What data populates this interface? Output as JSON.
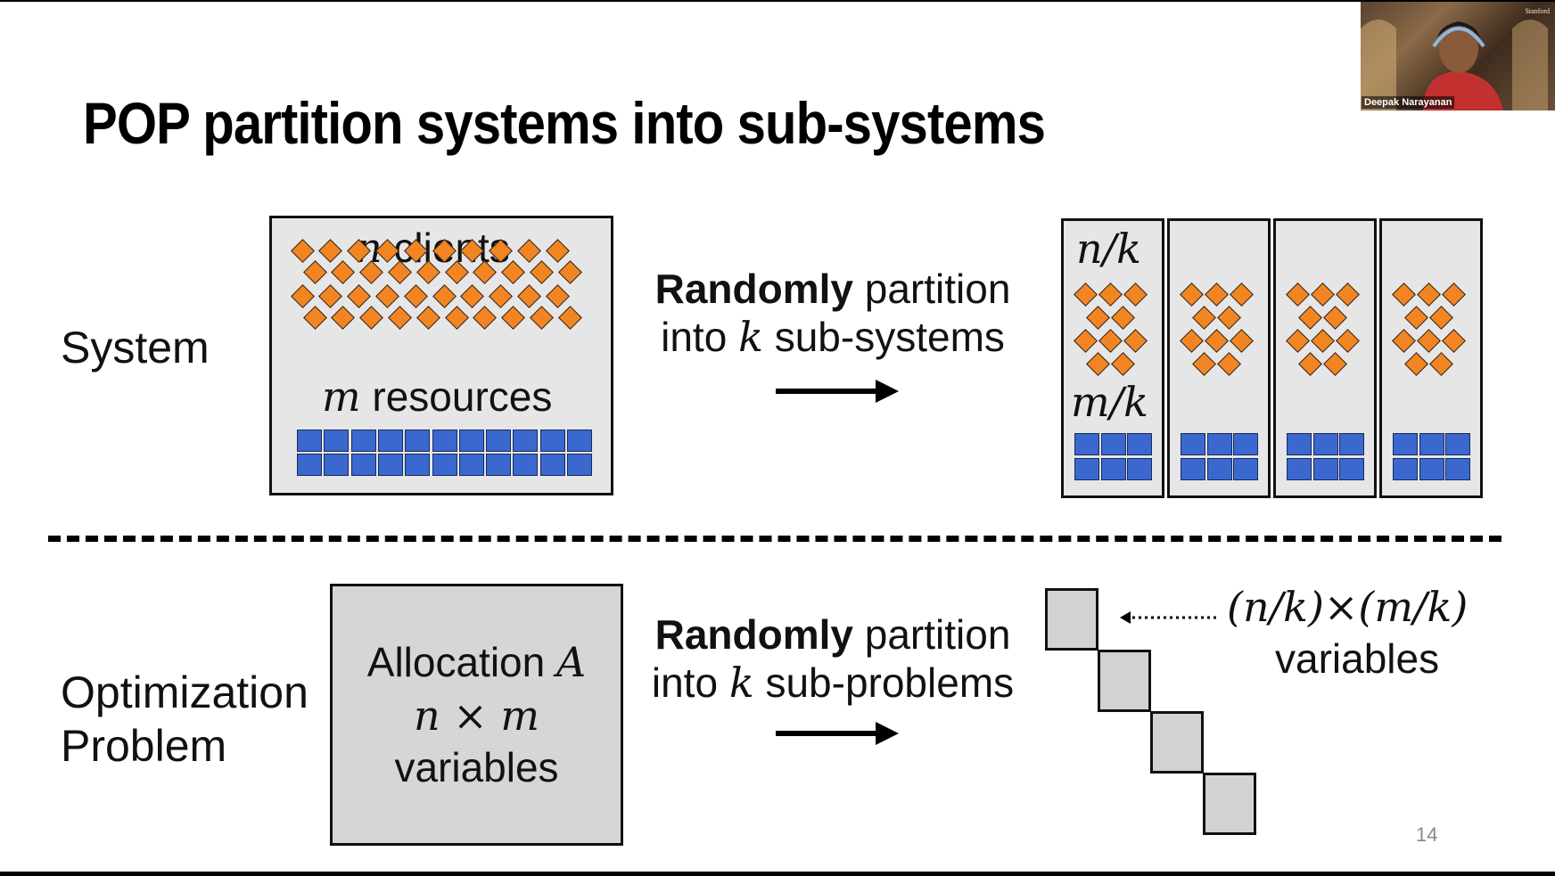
{
  "slide": {
    "title": "POP partition systems into sub-systems",
    "page_number": "14"
  },
  "system_row": {
    "label": "System",
    "left_box": {
      "clients_var": "n",
      "clients_word": " clients",
      "resources_var": "m",
      "resources_word": " resources"
    },
    "caption_bold": "Randomly",
    "caption_line1_rest": " partition",
    "caption_line2_pre": "into ",
    "caption_line2_var": "k",
    "caption_line2_post": " sub-systems",
    "partition_top_label": "n/k",
    "partition_mid_label": "m/k",
    "partition_count": 4
  },
  "optimization_row": {
    "label_line1": "Optimization",
    "label_line2": "Problem",
    "alloc_word": "Allocation ",
    "alloc_var": "A",
    "alloc_dims": "n × m",
    "alloc_vars_word": "variables",
    "caption_bold": "Randomly",
    "caption_line1_rest": " partition",
    "caption_line2_pre": "into ",
    "caption_line2_var": "k",
    "caption_line2_post": " sub-problems",
    "block_label": "(n/k)×(m/k)",
    "block_label_word": "variables"
  },
  "webcam": {
    "name": "Deepak Narayanan",
    "brand": "Stanford"
  },
  "colors": {
    "client_diamond": "#f28522",
    "resource_square": "#3a68cf",
    "box_fill": "#e6e6e6",
    "block_fill": "#d2d2d2"
  }
}
